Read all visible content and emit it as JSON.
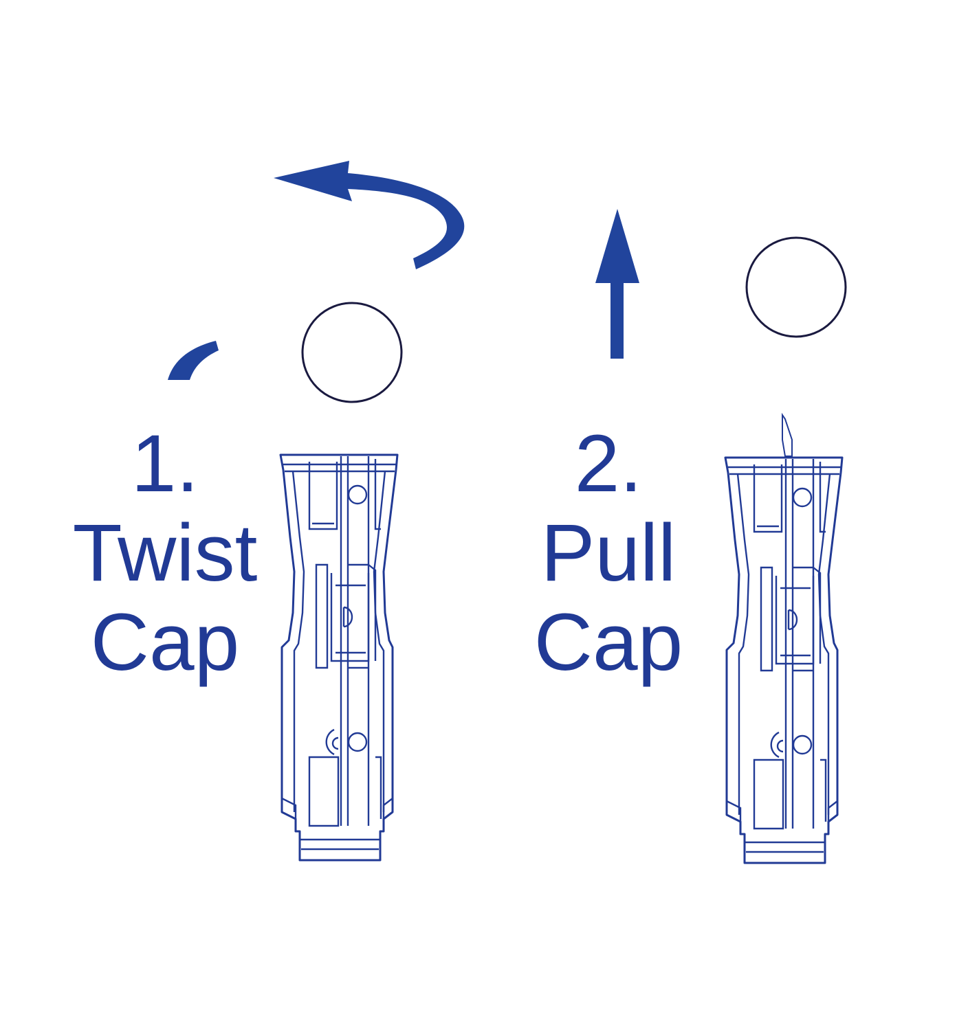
{
  "colors": {
    "ink": "#213a95",
    "arrow": "#21449c",
    "cap_outline": "#1a1a40",
    "background": "#ffffff"
  },
  "steps": [
    {
      "number": "1.",
      "action": "Twist",
      "object": "Cap",
      "arrow_icon": "curved-twist-arrow"
    },
    {
      "number": "2.",
      "action": "Pull",
      "object": "Cap",
      "arrow_icon": "straight-up-arrow"
    }
  ]
}
